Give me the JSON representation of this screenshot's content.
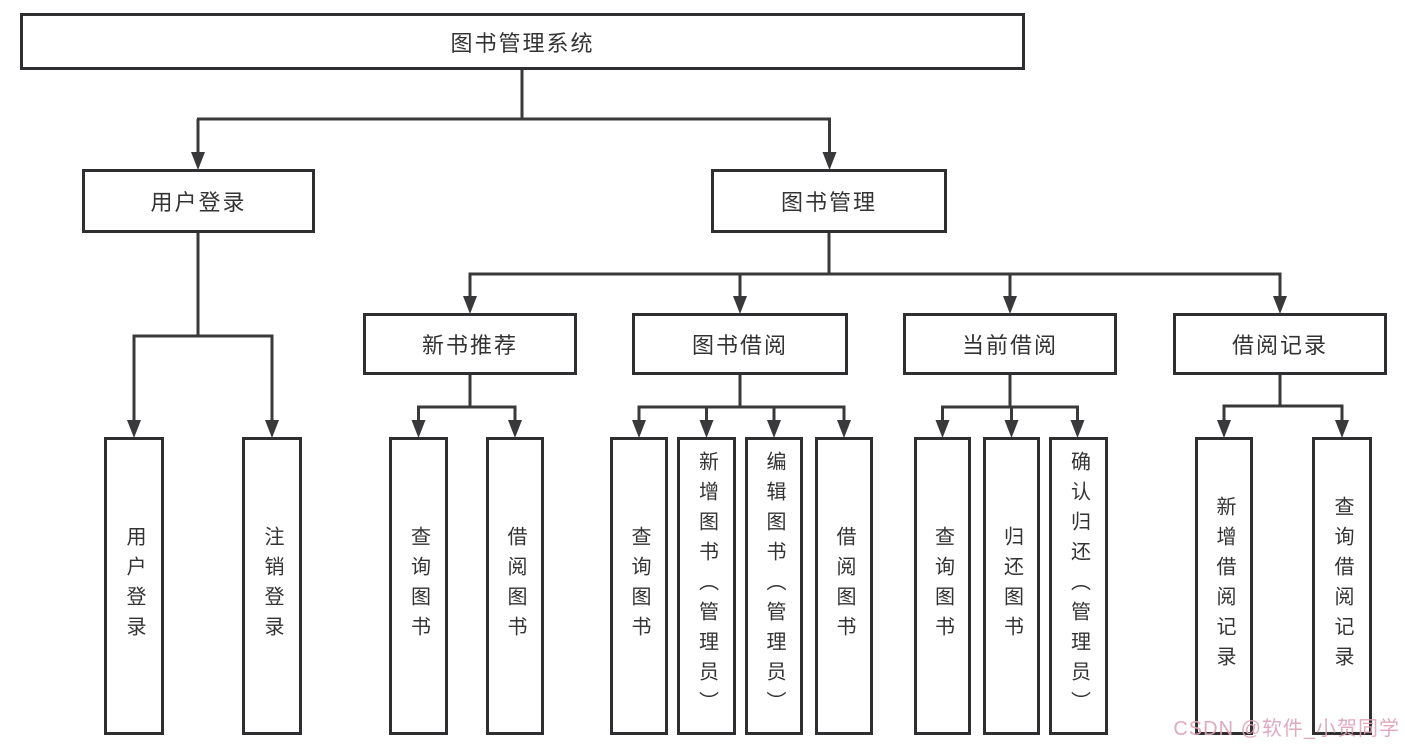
{
  "tree": {
    "label": "图书管理系统",
    "children": [
      {
        "label": "用户登录",
        "children": [
          {
            "label": "用户登录"
          },
          {
            "label": "注销登录"
          }
        ]
      },
      {
        "label": "图书管理",
        "children": [
          {
            "label": "新书推荐",
            "children": [
              {
                "label": "查询图书"
              },
              {
                "label": "借阅图书"
              }
            ]
          },
          {
            "label": "图书借阅",
            "children": [
              {
                "label": "查询图书"
              },
              {
                "label": "新增图书（管理员）"
              },
              {
                "label": "编辑图书（管理员）"
              },
              {
                "label": "借阅图书"
              }
            ]
          },
          {
            "label": "当前借阅",
            "children": [
              {
                "label": "查询图书"
              },
              {
                "label": "归还图书"
              },
              {
                "label": "确认归还（管理员）"
              }
            ]
          },
          {
            "label": "借阅记录",
            "children": [
              {
                "label": "新增借阅记录"
              },
              {
                "label": "查询借阅记录"
              }
            ]
          }
        ]
      }
    ]
  },
  "watermark": {
    "text": "CSDN @软件_小贺同学"
  },
  "colors": {
    "line_color": "#39393b",
    "border_color": "#2f2f31",
    "text_color": "#333333",
    "watermark_color": "#dfa3b6",
    "bg_color": "#ffffff"
  }
}
